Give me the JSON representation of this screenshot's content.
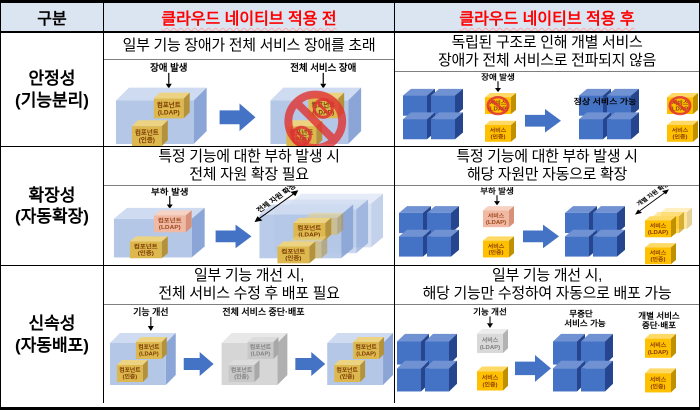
{
  "table": {
    "header": {
      "col_category": "구분",
      "col_before": "클라우드 네이티브 적용 전",
      "col_after": "클라우드 네이티브 적용 후"
    },
    "rows": [
      {
        "category": "안정성",
        "category_sub": "(기능분리)",
        "before_caption": "일부 기능 장애가 전체 서비스 장애를 초래",
        "after_caption": "독립된 구조로 인해 개별 서비스\n장애가 전체 서비스로 전파되지 않음"
      },
      {
        "category": "확장성",
        "category_sub": "(자동확장)",
        "before_caption": "특정 기능에 대한 부하 발생 시\n전체 자원 확장 필요",
        "after_caption": "특정 기능에 대한 부하 발생 시\n해당 자원만 자동으로 확장"
      },
      {
        "category": "신속성",
        "category_sub": "(자동배포)",
        "before_caption": "일부 기능 개선 시,\n전체 서비스 수정 후 배포 필요",
        "after_caption": "일부 기능 개선 시,\n해당 기능만 수정하여 자동으로 배포 가능"
      }
    ]
  },
  "labels": {
    "component": "컴포넌트",
    "service": "서비스",
    "ldap": "(LDAP)",
    "auth": "(인증)",
    "fault": "장애 발생",
    "total_fault": "전체 서비스 장애",
    "normal_service": "정상 서비스 가능",
    "load": "부하 발생",
    "expand_all": "전체 자원 확장",
    "expand_one": "개별 자원 확장",
    "improve": "기능 개선",
    "stop_deploy_all": "전체 서비스 중단·배포",
    "nonstop_1": "무중단",
    "nonstop_2": "서비스 가능",
    "individual_1": "개별 서비스",
    "individual_2": "중단·배포"
  },
  "colors": {
    "header_bg": "#dbe5f1",
    "header_red_text": "#ff0000",
    "table_border": "#000000",
    "arrow_blue": "#4472c4",
    "server_box_blue": "#b4c7e7",
    "cube_blue": "#4472c4",
    "service_yellow": "#ffc000",
    "component_gold": "#dcb84f",
    "load_salmon": "#f1b9a3",
    "disabled_gray": "#d6d6d6",
    "prohibition_red": "#e03333"
  }
}
